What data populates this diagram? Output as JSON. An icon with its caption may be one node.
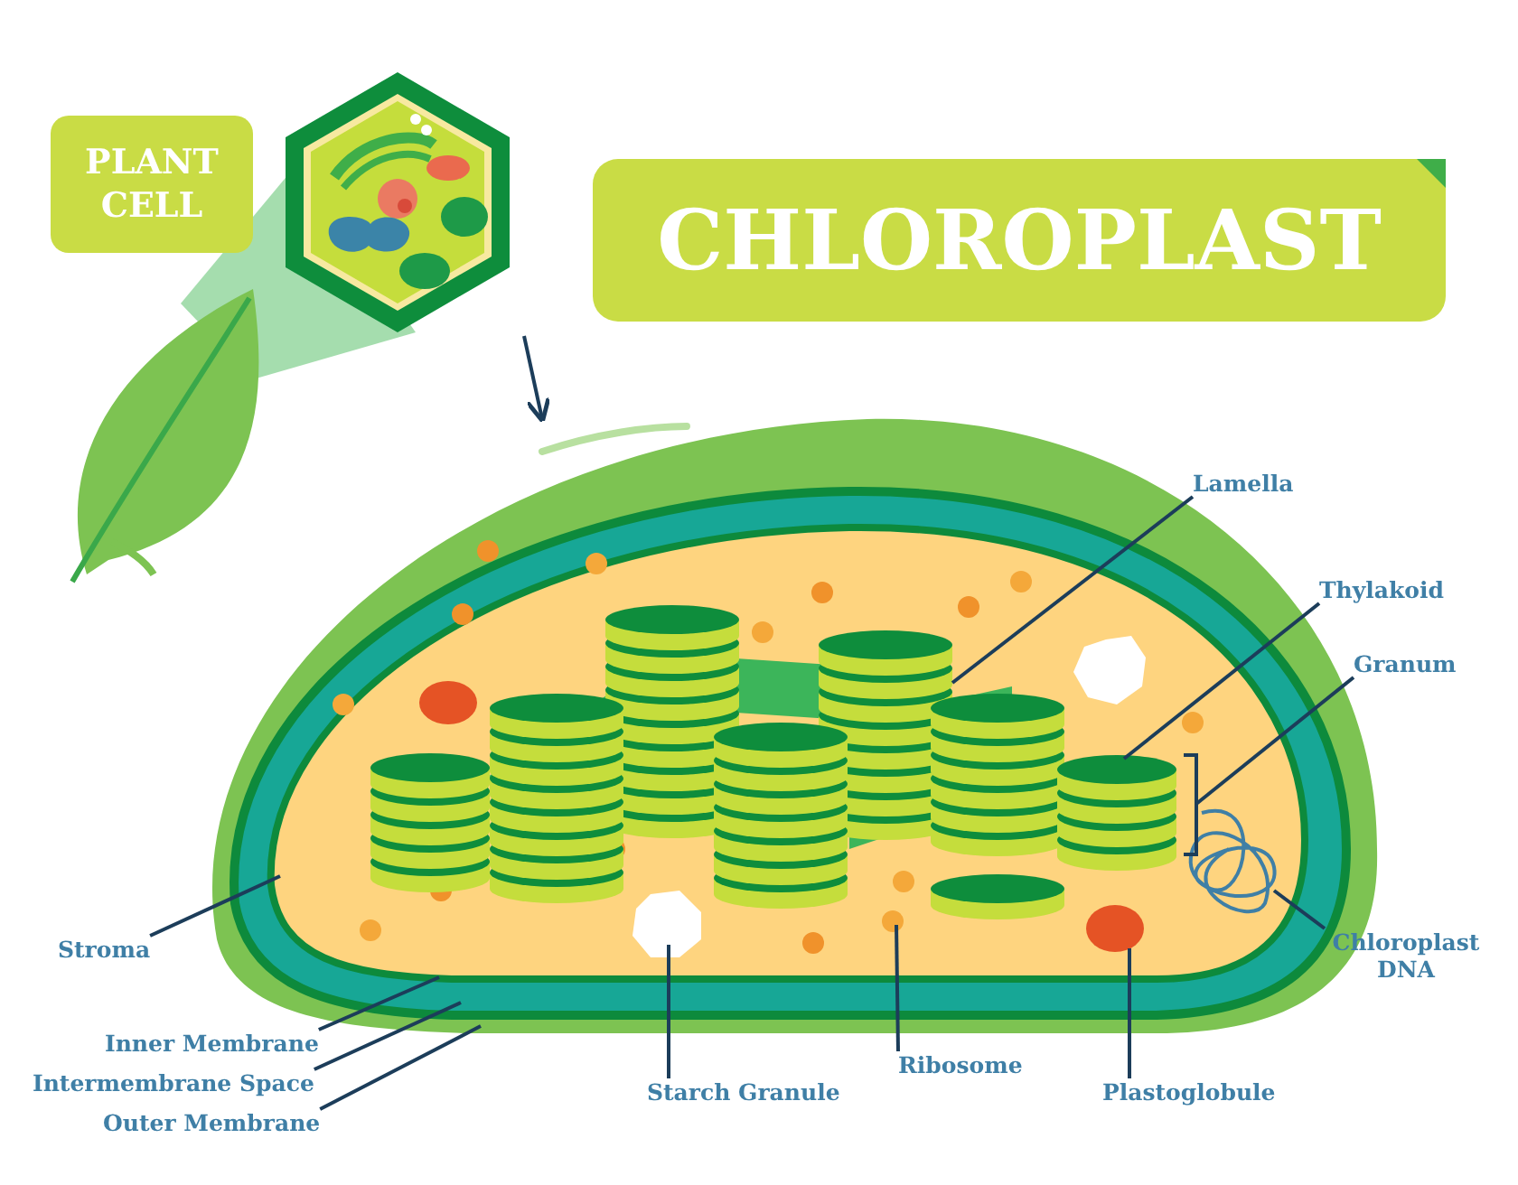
{
  "diagram": {
    "title": "CHLOROPLAST",
    "nodes": [
      {
        "text": [
          "PLANT CELL"
        ]
      },
      {
        "text": [],
        "shape": "picture"
      },
      {
        "text": [],
        "shape": "picture"
      },
      {
        "text": [
          "Lamella"
        ]
      },
      {
        "text": [
          "Thylakoid"
        ]
      },
      {
        "text": [
          "Granum"
        ]
      },
      {
        "text": [
          "Chloroplast DNA"
        ]
      },
      {
        "text": [
          "Plastoglobule"
        ]
      },
      {
        "text": [
          "Ribosome"
        ]
      },
      {
        "text": [
          "Starch Granule"
        ]
      },
      {
        "text": [
          "Stroma"
        ]
      },
      {
        "text": [
          "Inner Membrane"
        ]
      },
      {
        "text": [
          "Intermembrane Space"
        ]
      },
      {
        "text": [
          "Outer Membrane"
        ]
      }
    ],
    "edges": [
      {
        "from": 1,
        "to": 2,
        "arrow": "to"
      },
      {
        "from": 3,
        "to": 2,
        "arrow": "none"
      },
      {
        "from": 4,
        "to": 2,
        "arrow": "none"
      },
      {
        "from": 5,
        "to": 2,
        "arrow": "none"
      },
      {
        "from": 6,
        "to": 2,
        "arrow": "none"
      },
      {
        "from": 7,
        "to": 2,
        "arrow": "none"
      },
      {
        "from": 8,
        "to": 2,
        "arrow": "none"
      },
      {
        "from": 9,
        "to": 2,
        "arrow": "none"
      },
      {
        "from": 10,
        "to": 2,
        "arrow": "none"
      },
      {
        "from": 11,
        "to": 2,
        "arrow": "none"
      },
      {
        "from": 12,
        "to": 2,
        "arrow": "none"
      },
      {
        "from": 13,
        "to": 2,
        "arrow": "none"
      }
    ]
  }
}
